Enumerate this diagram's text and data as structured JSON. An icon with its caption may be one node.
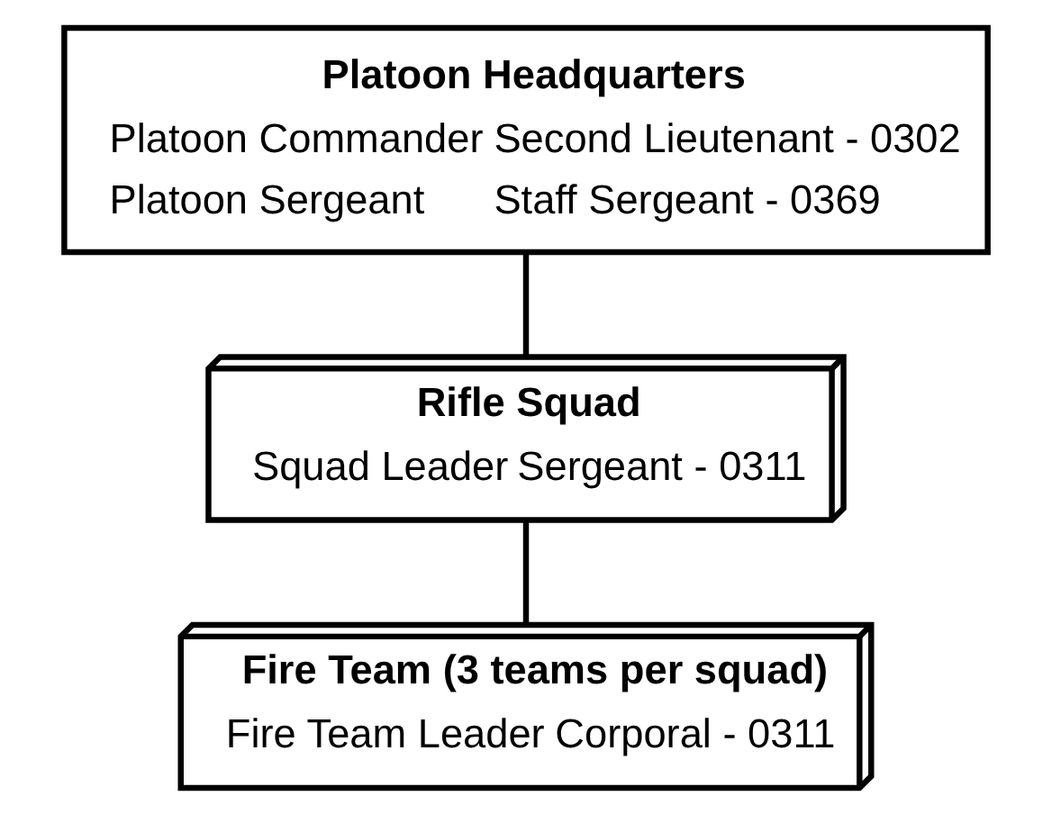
{
  "diagram": {
    "nodes": [
      {
        "text": [
          "Platoon Headquarters",
          "Platoon Commander",
          "Second Lieutenant - 0302",
          "Platoon Sergeant",
          "Staff Sergeant - 0369"
        ]
      },
      {
        "text": [
          "Rifle Squad",
          "Squad Leader",
          "Sergeant - 0311"
        ]
      },
      {
        "text": [
          "Fire Team (3 teams per squad)",
          "Fire Team Leader",
          "Corporal - 0311"
        ]
      }
    ],
    "edges": [
      {
        "from": 0,
        "to": 1,
        "arrow": "none"
      },
      {
        "from": 1,
        "to": 2,
        "arrow": "none"
      }
    ]
  }
}
